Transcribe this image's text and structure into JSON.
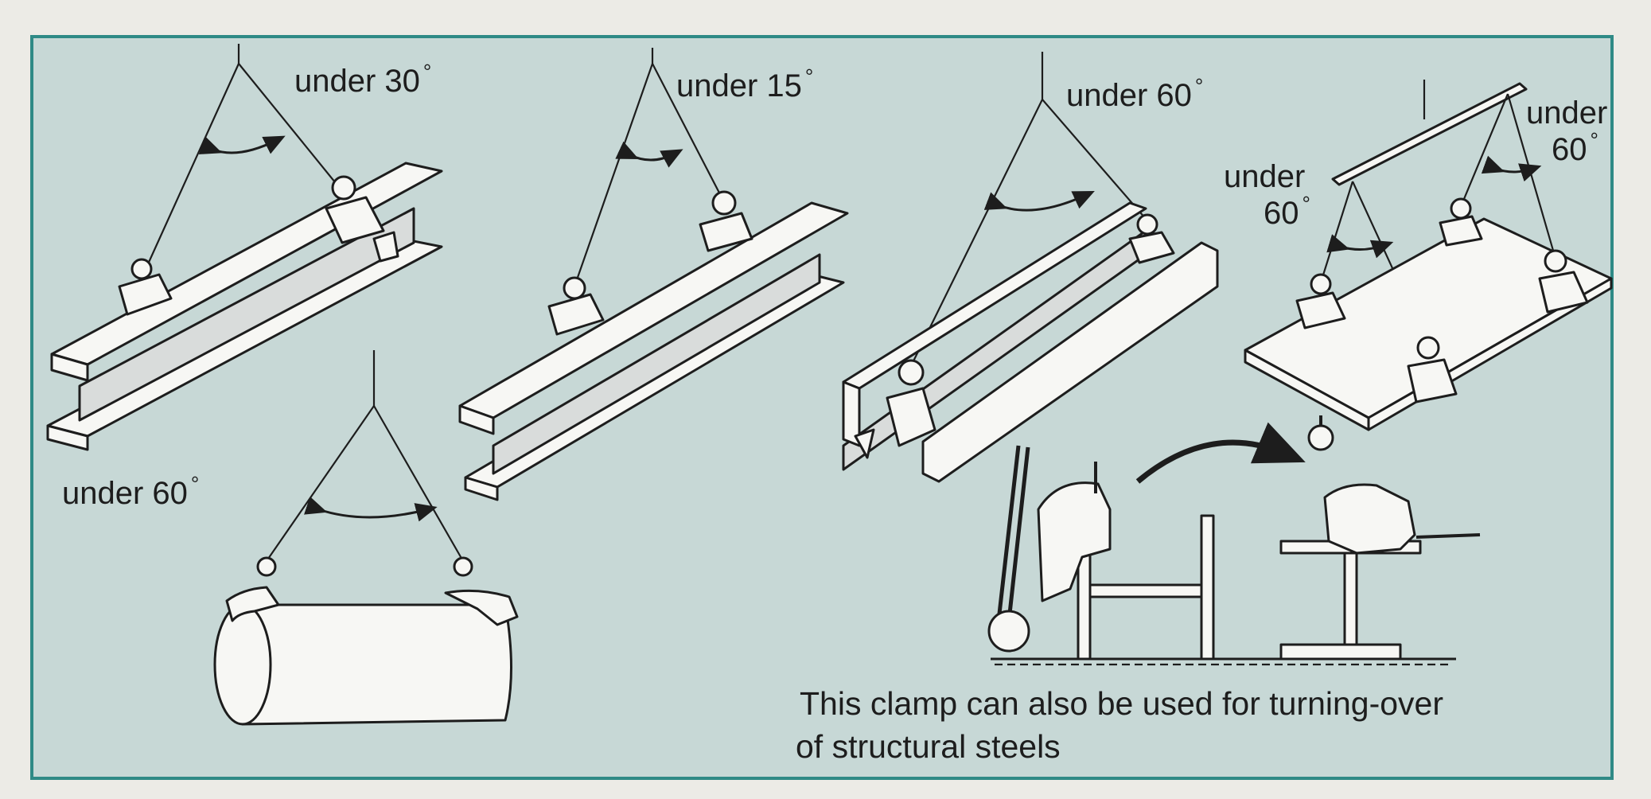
{
  "figure": {
    "labels": {
      "beam_30": {
        "text": "under 30",
        "degree": "°"
      },
      "beam_15": {
        "text": "under 15",
        "degree": "°"
      },
      "beam_60": {
        "text": "under 60",
        "degree": "°"
      },
      "pipe_60": {
        "text": "under 60",
        "degree": "°"
      },
      "plate_left_word": "under",
      "plate_left_value": {
        "text": "60",
        "degree": "°"
      },
      "plate_right_word": "under",
      "plate_right_value": {
        "text": "60",
        "degree": "°"
      }
    },
    "caption": {
      "line1": "This clamp can also be used for turning-over",
      "line2": "of structural steels"
    },
    "colors": {
      "panel_bg": "#c7d8d6",
      "panel_border": "#2f8a86",
      "ink": "#1d1d1d",
      "part_fill": "#f7f7f4"
    }
  }
}
